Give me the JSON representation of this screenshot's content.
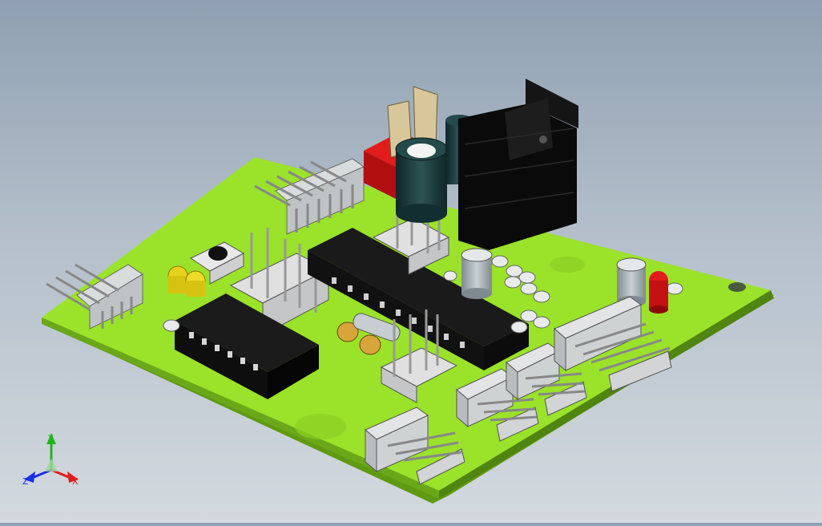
{
  "viewport": {
    "background_top": "#8fa0b2",
    "background_bottom": "#d3d9df",
    "board_color": "#9be22a",
    "board_edge_color": "#5f9a12"
  },
  "triad": {
    "x_label": "X",
    "y_label": "Y",
    "z_label": "Z",
    "x_color": "#e21b1b",
    "y_color": "#1fb51f",
    "z_color": "#1b2fe2"
  },
  "icons": [
    "coordinate-triad-icon"
  ]
}
